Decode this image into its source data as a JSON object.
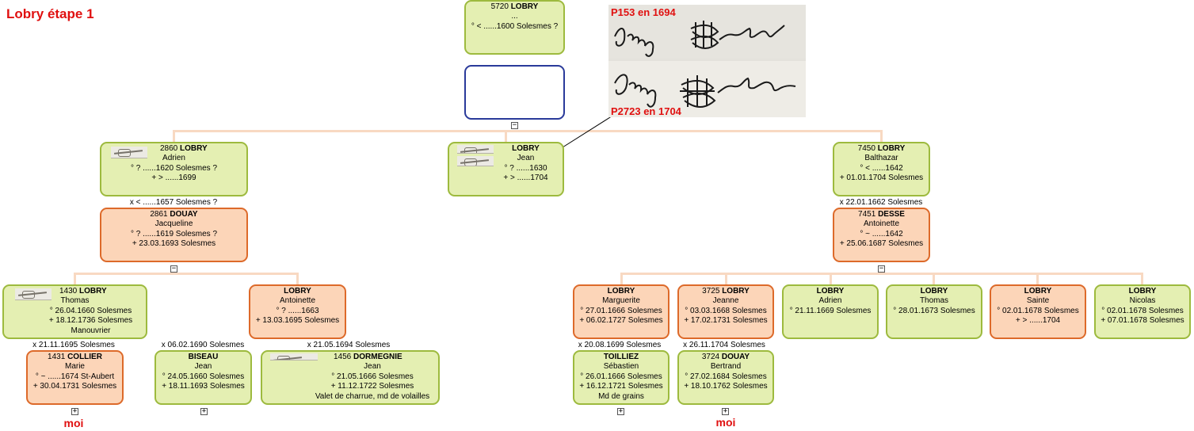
{
  "title": "Lobry étape 1",
  "signatures": {
    "top_label": "P153 en 1694",
    "bottom_label": "P2723 en 1704"
  },
  "persons": {
    "p5720": {
      "id": "5720",
      "surname": "LOBRY",
      "given": "...",
      "lines": [
        "° < ......1600 Solesmes ?"
      ]
    },
    "p2860": {
      "id": "2860",
      "surname": "LOBRY",
      "given": "Adrien",
      "lines": [
        "° ? ......1620 Solesmes ?",
        "+ > ......1699"
      ]
    },
    "pjean": {
      "id": "",
      "surname": "LOBRY",
      "given": "Jean",
      "lines": [
        "° ? ......1630",
        "+ > ......1704"
      ]
    },
    "p7450": {
      "id": "7450",
      "surname": "LOBRY",
      "given": "Balthazar",
      "lines": [
        "° < ......1642",
        "+ 01.01.1704 Solesmes"
      ]
    },
    "p2861": {
      "id": "2861",
      "surname": "DOUAY",
      "given": "Jacqueline",
      "lines": [
        "° ? ......1619 Solesmes ?",
        "+ 23.03.1693 Solesmes"
      ]
    },
    "p7451": {
      "id": "7451",
      "surname": "DESSE",
      "given": "Antoinette",
      "lines": [
        "° ~ ......1642",
        "+ 25.06.1687 Solesmes"
      ]
    },
    "p1430": {
      "id": "1430",
      "surname": "LOBRY",
      "given": "Thomas",
      "lines": [
        "° 26.04.1660 Solesmes",
        "+ 18.12.1736 Solesmes",
        "Manouvrier"
      ]
    },
    "pantoinette": {
      "id": "",
      "surname": "LOBRY",
      "given": "Antoinette",
      "lines": [
        "° ? ......1663",
        "+ 13.03.1695 Solesmes"
      ]
    },
    "pmarguerite": {
      "id": "",
      "surname": "LOBRY",
      "given": "Marguerite",
      "lines": [
        "° 27.01.1666 Solesmes",
        "+ 06.02.1727 Solesmes"
      ]
    },
    "p3725": {
      "id": "3725",
      "surname": "LOBRY",
      "given": "Jeanne",
      "lines": [
        "° 03.03.1668 Solesmes",
        "+ 17.02.1731 Solesmes"
      ]
    },
    "padrien2": {
      "id": "",
      "surname": "LOBRY",
      "given": "Adrien",
      "lines": [
        "° 21.11.1669 Solesmes"
      ]
    },
    "pthomas2": {
      "id": "",
      "surname": "LOBRY",
      "given": "Thomas",
      "lines": [
        "° 28.01.1673 Solesmes"
      ]
    },
    "psainte": {
      "id": "",
      "surname": "LOBRY",
      "given": "Sainte",
      "lines": [
        "° 02.01.1678 Solesmes",
        "+ > ......1704"
      ]
    },
    "pnicolas": {
      "id": "",
      "surname": "LOBRY",
      "given": "Nicolas",
      "lines": [
        "° 02.01.1678 Solesmes",
        "+ 07.01.1678 Solesmes"
      ]
    },
    "p1431": {
      "id": "1431",
      "surname": "COLLIER",
      "given": "Marie",
      "lines": [
        "° ~ ......1674 St-Aubert",
        "+ 30.04.1731 Solesmes"
      ]
    },
    "pbiseau": {
      "id": "",
      "surname": "BISEAU",
      "given": "Jean",
      "lines": [
        "° 24.05.1660 Solesmes",
        "+ 18.11.1693 Solesmes"
      ]
    },
    "p1456": {
      "id": "1456",
      "surname": "DORMEGNIE",
      "given": "Jean",
      "lines": [
        "° 21.05.1666 Solesmes",
        "+ 11.12.1722 Solesmes",
        "Valet de charrue, md de volailles"
      ]
    },
    "ptoilliez": {
      "id": "",
      "surname": "TOILLIEZ",
      "given": "Sébastien",
      "lines": [
        "° 26.01.1666 Solesmes",
        "+ 16.12.1721 Solesmes",
        "Md de grains"
      ]
    },
    "p3724": {
      "id": "3724",
      "surname": "DOUAY",
      "given": "Bertrand",
      "lines": [
        "° 27.02.1684 Solesmes",
        "+ 18.10.1762 Solesmes"
      ]
    }
  },
  "marriages": {
    "m2860": "x < ......1657 Solesmes ?",
    "m7450": "x 22.01.1662 Solesmes",
    "m1430": "x 21.11.1695 Solesmes",
    "mbiseau": "x 06.02.1690 Solesmes",
    "mdormegnie": "x 21.05.1694 Solesmes",
    "mmarguerite": "x 20.08.1699 Solesmes",
    "m3725": "x 26.11.1704 Solesmes"
  },
  "toggles": {
    "collapse": "−",
    "expand": "+"
  },
  "moi_label": "moi"
}
